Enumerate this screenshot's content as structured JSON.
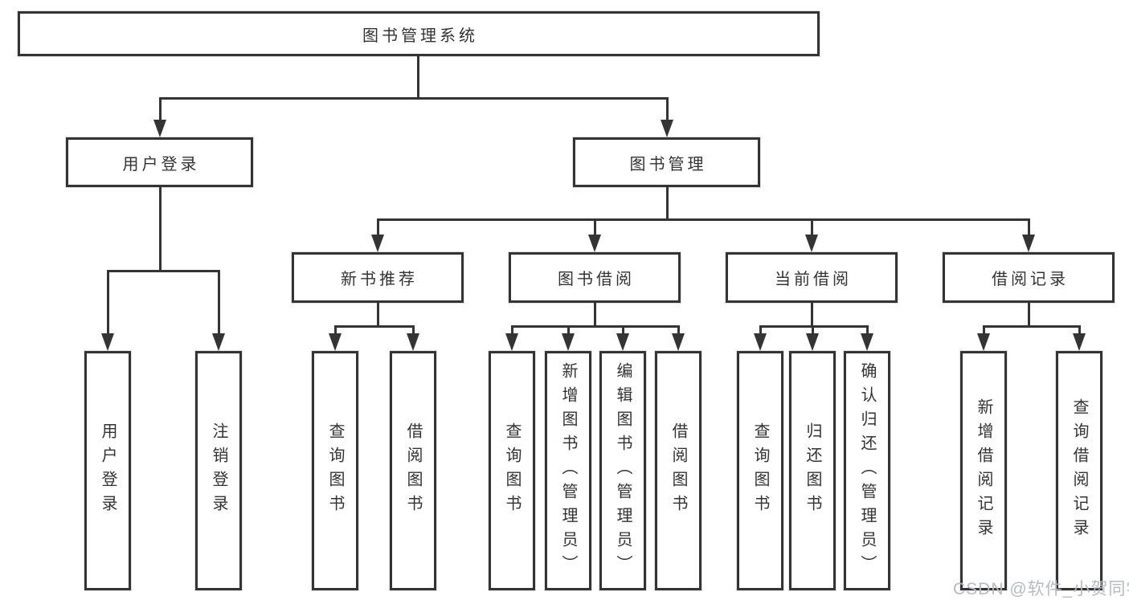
{
  "diagram_type": "hierarchy-tree",
  "colors": {
    "line": "#343434",
    "text": "#333333",
    "background": "#ffffff",
    "watermark": "#b6bbc0"
  },
  "watermark": "CSDN @软件_小贺同学",
  "tree": {
    "label": "图书管理系统",
    "children": [
      {
        "label": "用户登录",
        "children": [
          {
            "label": "用户登录"
          },
          {
            "label": "注销登录"
          }
        ]
      },
      {
        "label": "图书管理",
        "children": [
          {
            "label": "新书推荐",
            "children": [
              {
                "label": "查询图书"
              },
              {
                "label": "借阅图书"
              }
            ]
          },
          {
            "label": "图书借阅",
            "children": [
              {
                "label": "查询图书"
              },
              {
                "label": "新增图书（管理员）"
              },
              {
                "label": "编辑图书（管理员）"
              },
              {
                "label": "借阅图书"
              }
            ]
          },
          {
            "label": "当前借阅",
            "children": [
              {
                "label": "查询图书"
              },
              {
                "label": "归还图书"
              },
              {
                "label": "确认归还（管理员）"
              }
            ]
          },
          {
            "label": "借阅记录",
            "children": [
              {
                "label": "新增借阅记录"
              },
              {
                "label": "查询借阅记录"
              }
            ]
          }
        ]
      }
    ]
  }
}
